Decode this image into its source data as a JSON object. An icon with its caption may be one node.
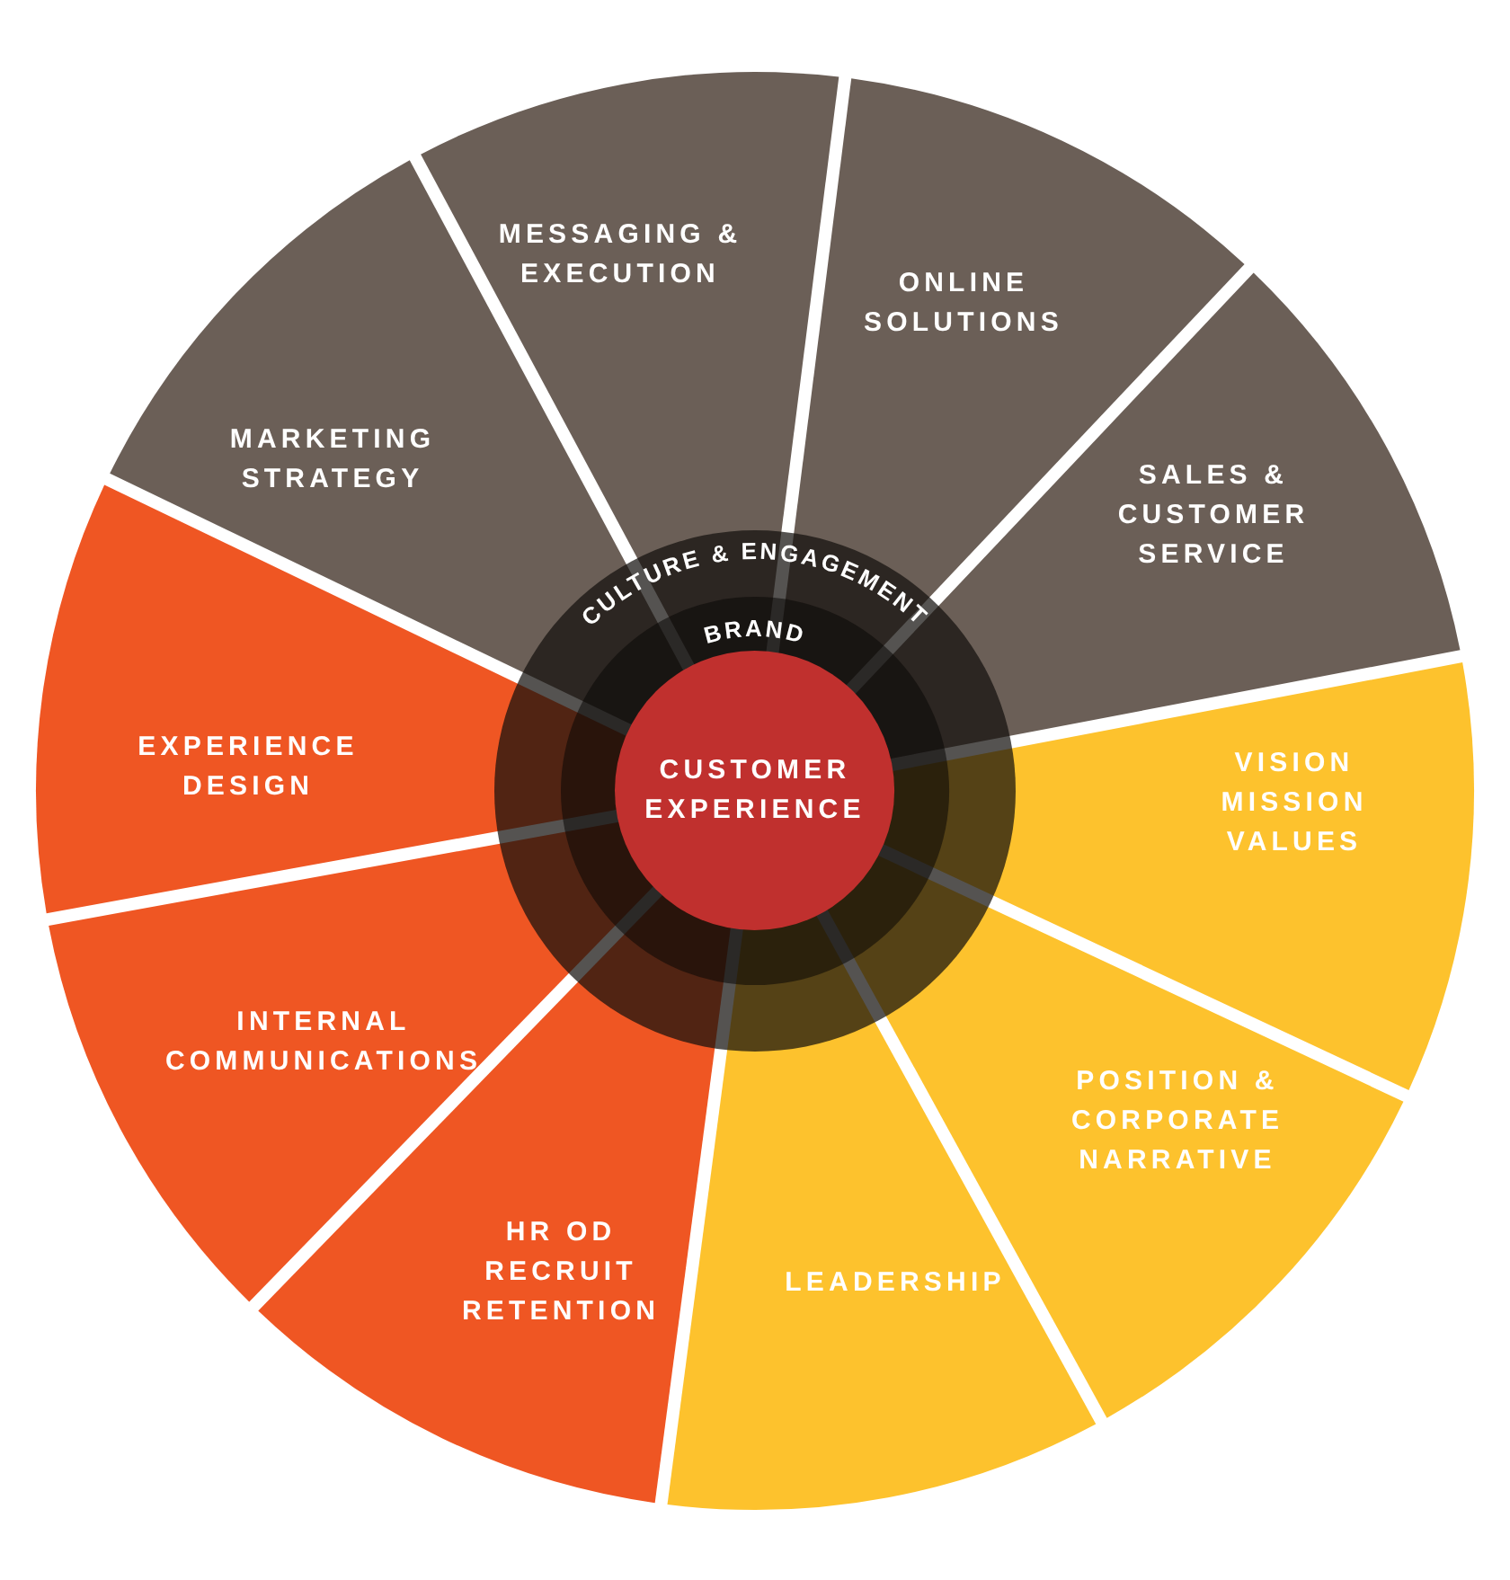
{
  "diagram": {
    "nodes": [
      {
        "text": [
          "CULTURE & ENGAGEMENT"
        ]
      },
      {
        "text": [
          "BRAND"
        ],
        "in": 0
      },
      {
        "text": [
          "CUSTOMER EXPERIENCE"
        ],
        "in": 1
      },
      {
        "text": [
          "MARKETING STRATEGY"
        ]
      },
      {
        "text": [
          "MESSAGING & EXECUTION"
        ]
      },
      {
        "text": [
          "ONLINE SOLUTIONS"
        ]
      },
      {
        "text": [
          "SALES & CUSTOMER SERVICE"
        ]
      },
      {
        "text": [
          "VISION MISSION VALUES"
        ]
      },
      {
        "text": [
          "POSITION & CORPORATE NARRATIVE"
        ]
      },
      {
        "text": [
          "LEADERSHIP"
        ]
      },
      {
        "text": [
          "HR OD RECRUIT RETENTION"
        ]
      },
      {
        "text": [
          "INTERNAL COMMUNICATIONS"
        ]
      },
      {
        "text": [
          "EXPERIENCE DESIGN"
        ]
      }
    ]
  }
}
